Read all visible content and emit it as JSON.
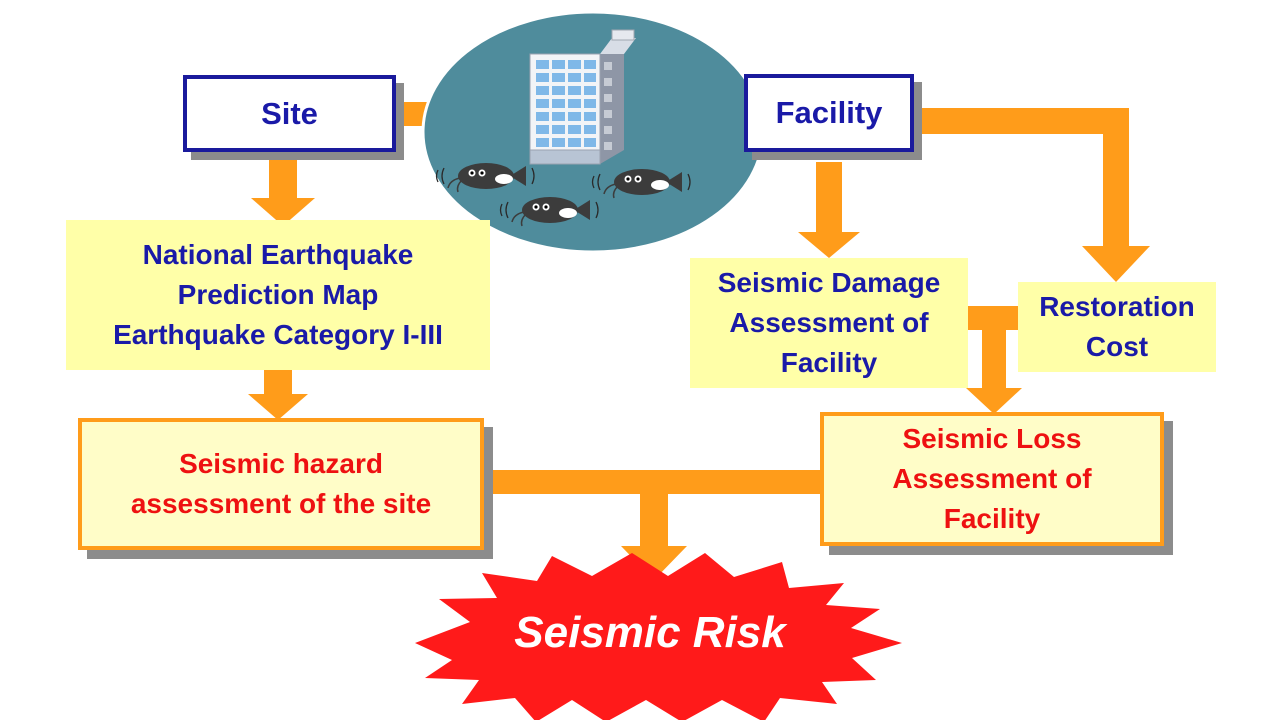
{
  "nodes": {
    "site": {
      "label": "Site"
    },
    "facility": {
      "label": "Facility"
    },
    "prediction_map": {
      "lines": [
        "National Earthquake",
        "Prediction Map",
        "Earthquake Category I-III"
      ]
    },
    "damage_assessment": {
      "lines": [
        "Seismic Damage",
        "Assessment of",
        "Facility"
      ]
    },
    "restoration_cost": {
      "lines": [
        "Restoration",
        "Cost"
      ]
    },
    "hazard_assessment": {
      "lines": [
        "Seismic hazard",
        "assessment of the site"
      ]
    },
    "loss_assessment": {
      "lines": [
        "Seismic Loss",
        "Assessment of",
        "Facility"
      ]
    },
    "seismic_risk": {
      "label": "Seismic Risk"
    }
  },
  "colors": {
    "arrow": "#ff9c1a",
    "site_box_border": "#1a1a9c",
    "node_text_blue": "#1a1aa8",
    "node_text_red": "#ee1111",
    "yellow_fill": "#ffffa8",
    "risk_fill": "#ff1a1a",
    "shadow": "#8c8c8c",
    "illustration_circle": "#4f8c9c"
  },
  "icons": [
    "building-icon",
    "catfish-icon"
  ]
}
